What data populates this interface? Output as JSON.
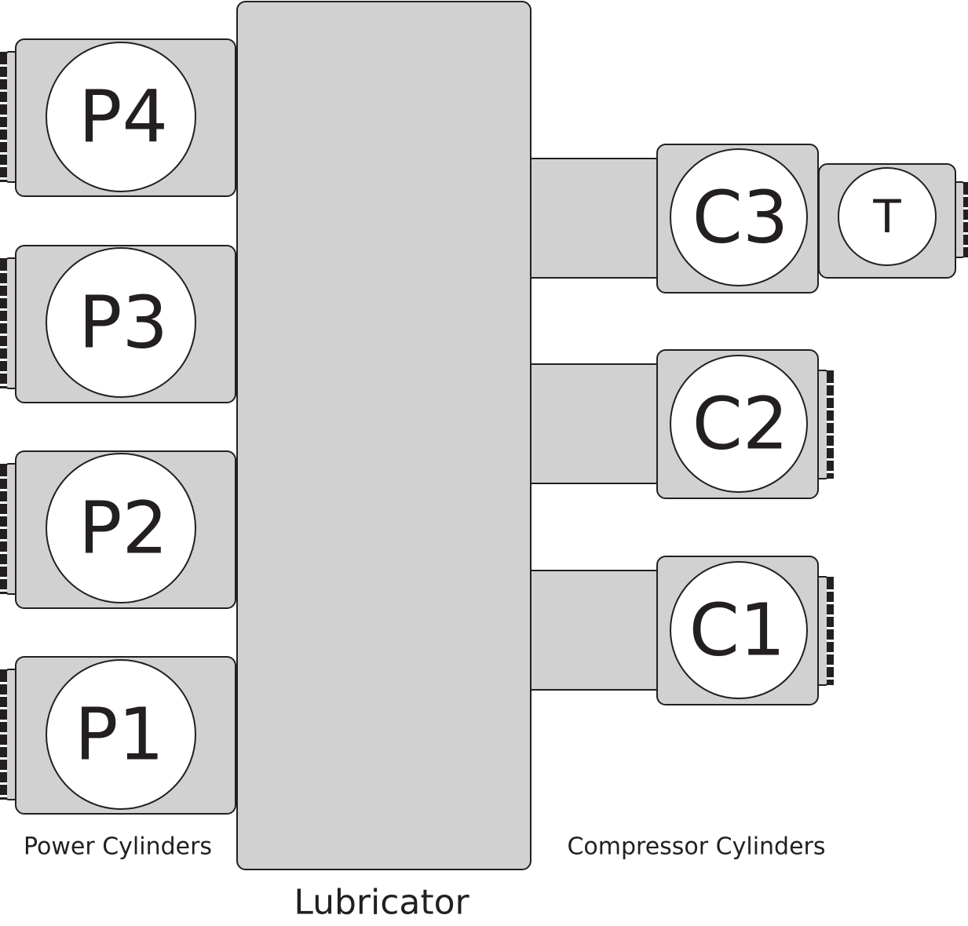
{
  "power_cylinders": [
    {
      "label": "P4"
    },
    {
      "label": "P3"
    },
    {
      "label": "P2"
    },
    {
      "label": "P1"
    }
  ],
  "compressor_cylinders": [
    {
      "label": "C3"
    },
    {
      "label": "C2"
    },
    {
      "label": "C1"
    }
  ],
  "tail": {
    "label": "T"
  },
  "captions": {
    "power": "Power Cylinders",
    "compressor": "Compressor Cylinders",
    "lubricator": "Lubricator"
  },
  "colors": {
    "fill": "#d1d1d1",
    "stroke": "#231f20",
    "circle": "#ffffff"
  }
}
